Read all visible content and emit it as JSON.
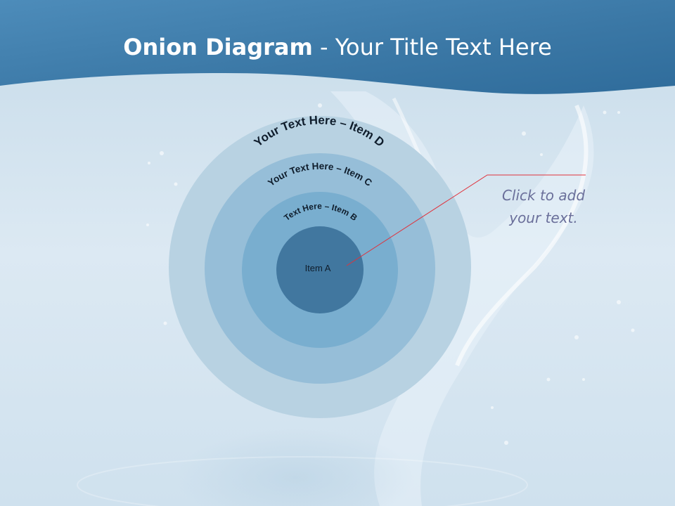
{
  "slide": {
    "title_bold": "Onion Diagram",
    "title_rest": " - Your Title Text Here"
  },
  "diagram": {
    "rings": [
      {
        "label": "Your Text Here – Item D",
        "color": "#b8d2e2"
      },
      {
        "label": "Your Text Here – Item C",
        "color": "#96bed8"
      },
      {
        "label": "Text Here – Item B",
        "color": "#79aecf"
      },
      {
        "label": "Item A",
        "color": "#41779f"
      }
    ]
  },
  "callout": {
    "line1": "Click  to add",
    "line2": "your text.",
    "line_color": "#e0323c"
  },
  "colors": {
    "header": "#3c7ba8",
    "background": "#dbe8f2"
  }
}
